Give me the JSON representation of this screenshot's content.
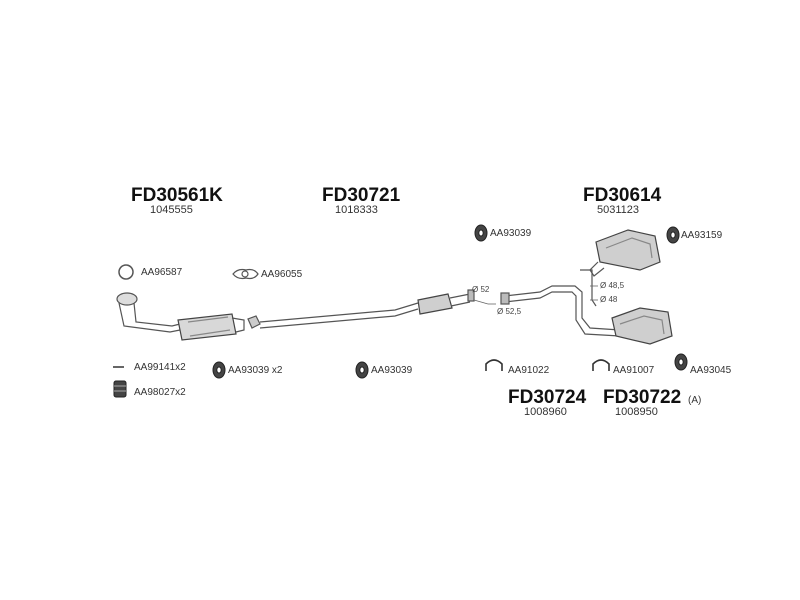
{
  "assemblies": {
    "front": {
      "code": "FD30561K",
      "number": "1045555"
    },
    "middle": {
      "code": "FD30721",
      "number": "1018333"
    },
    "rear": {
      "code": "FD30614",
      "number": "5031123"
    },
    "lower_left": {
      "code": "FD30724",
      "number": "1008960"
    },
    "lower_right": {
      "code": "FD30722",
      "suffix": "(A)",
      "number": "1008950"
    }
  },
  "parts": {
    "gasket_ring": "AA96587",
    "flange_gasket": "AA96055",
    "bolt": "AA99141x2",
    "spring": "AA98027x2",
    "mount_front": "AA93039 x2",
    "mount_middle": "AA93039",
    "mount_top": "AA93039",
    "mount_rear_top": "AA93159",
    "clamp_1": "AA91022",
    "clamp_2": "AA91007",
    "mount_rear": "AA93045"
  },
  "dimensions": {
    "d1": "Ø 52",
    "d2": "Ø 52,5",
    "d3": "Ø 48,5",
    "d4": "Ø 48"
  }
}
